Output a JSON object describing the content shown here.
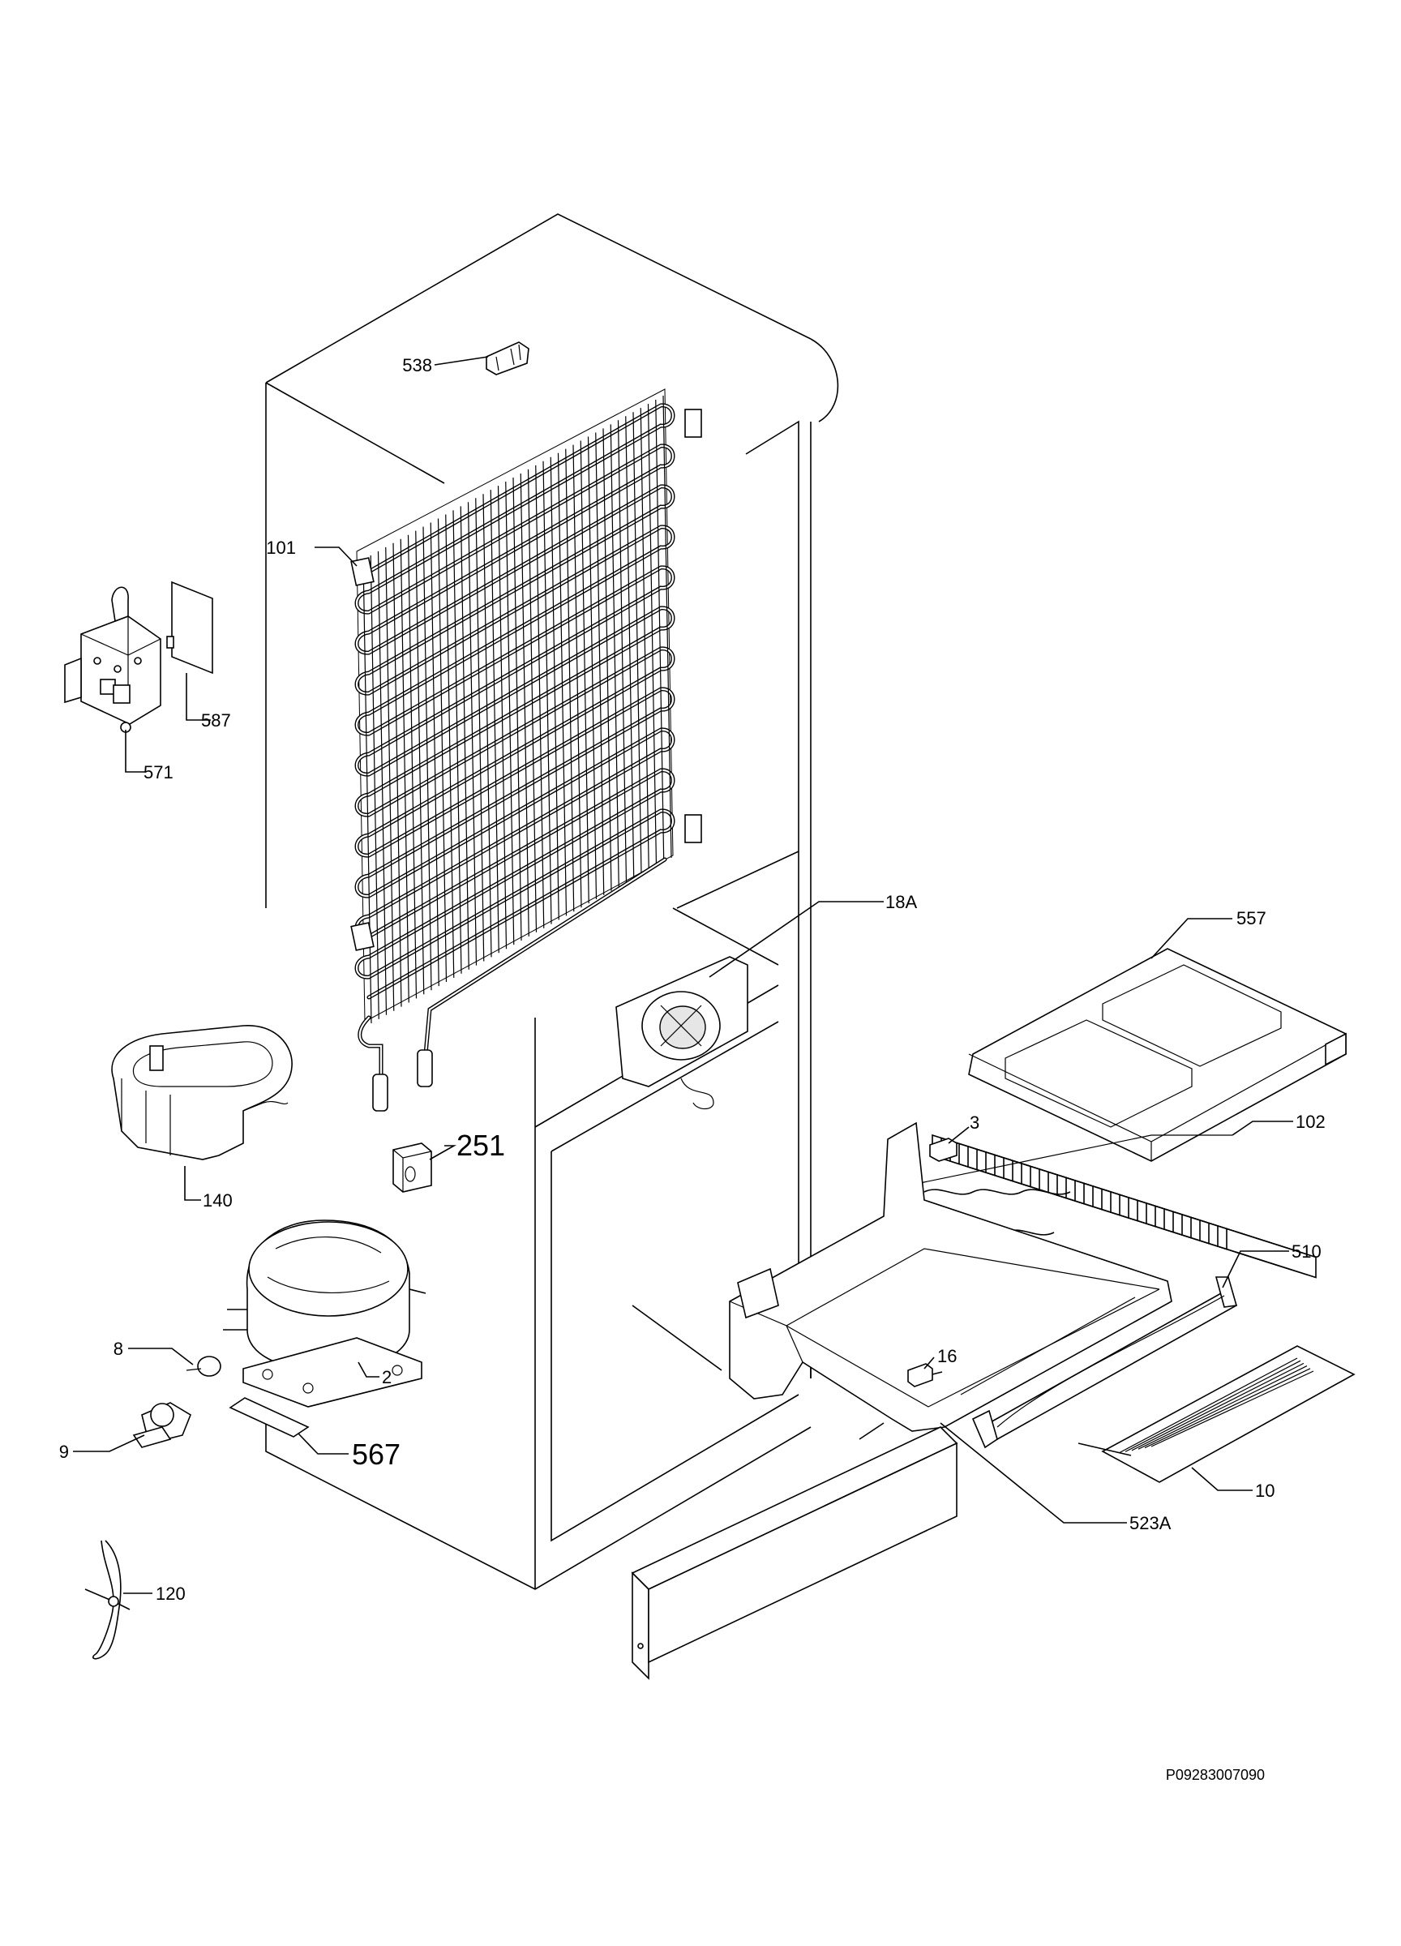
{
  "diagram": {
    "reference_code": "P09283007090",
    "callouts": [
      {
        "id": "538",
        "label": "538",
        "big": false
      },
      {
        "id": "101",
        "label": "101",
        "big": false
      },
      {
        "id": "587",
        "label": "587",
        "big": false
      },
      {
        "id": "571",
        "label": "571",
        "big": false
      },
      {
        "id": "18A",
        "label": "18A",
        "big": false
      },
      {
        "id": "557",
        "label": "557",
        "big": false
      },
      {
        "id": "251",
        "label": "251",
        "big": true
      },
      {
        "id": "140",
        "label": "140",
        "big": false
      },
      {
        "id": "3",
        "label": "3",
        "big": false
      },
      {
        "id": "102",
        "label": "102",
        "big": false
      },
      {
        "id": "510",
        "label": "510",
        "big": false
      },
      {
        "id": "8",
        "label": "8",
        "big": false
      },
      {
        "id": "2",
        "label": "2",
        "big": false
      },
      {
        "id": "16",
        "label": "16",
        "big": false
      },
      {
        "id": "9",
        "label": "9",
        "big": false
      },
      {
        "id": "567",
        "label": "567",
        "big": true
      },
      {
        "id": "10",
        "label": "10",
        "big": false
      },
      {
        "id": "523A",
        "label": "523A",
        "big": false
      },
      {
        "id": "120",
        "label": "120",
        "big": false
      }
    ]
  }
}
